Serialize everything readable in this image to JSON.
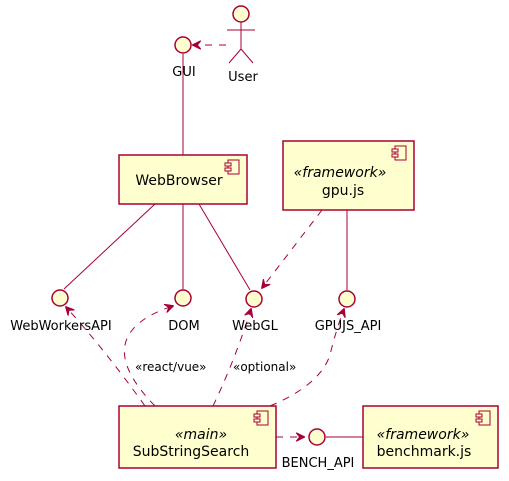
{
  "actors": {
    "user": {
      "label": "User"
    }
  },
  "interfaces": {
    "gui": {
      "label": "GUI"
    },
    "webworkers": {
      "label": "WebWorkersAPI"
    },
    "dom": {
      "label": "DOM"
    },
    "webgl": {
      "label": "WebGL"
    },
    "gpujs_api": {
      "label": "GPUJS_API"
    },
    "bench_api": {
      "label": "BENCH_API"
    }
  },
  "components": {
    "webbrowser": {
      "name": "WebBrowser",
      "stereotype": ""
    },
    "gpujs": {
      "name": "gpu.js",
      "stereotype": "«framework»"
    },
    "substringsearch": {
      "name": "SubStringSearch",
      "stereotype": "«main»"
    },
    "benchmarkjs": {
      "name": "benchmark.js",
      "stereotype": "«framework»"
    }
  },
  "edge_labels": {
    "react_vue": "«react/vue»",
    "optional": "«optional»"
  },
  "colors": {
    "line": "#A80036",
    "fill": "#FEFECE"
  }
}
